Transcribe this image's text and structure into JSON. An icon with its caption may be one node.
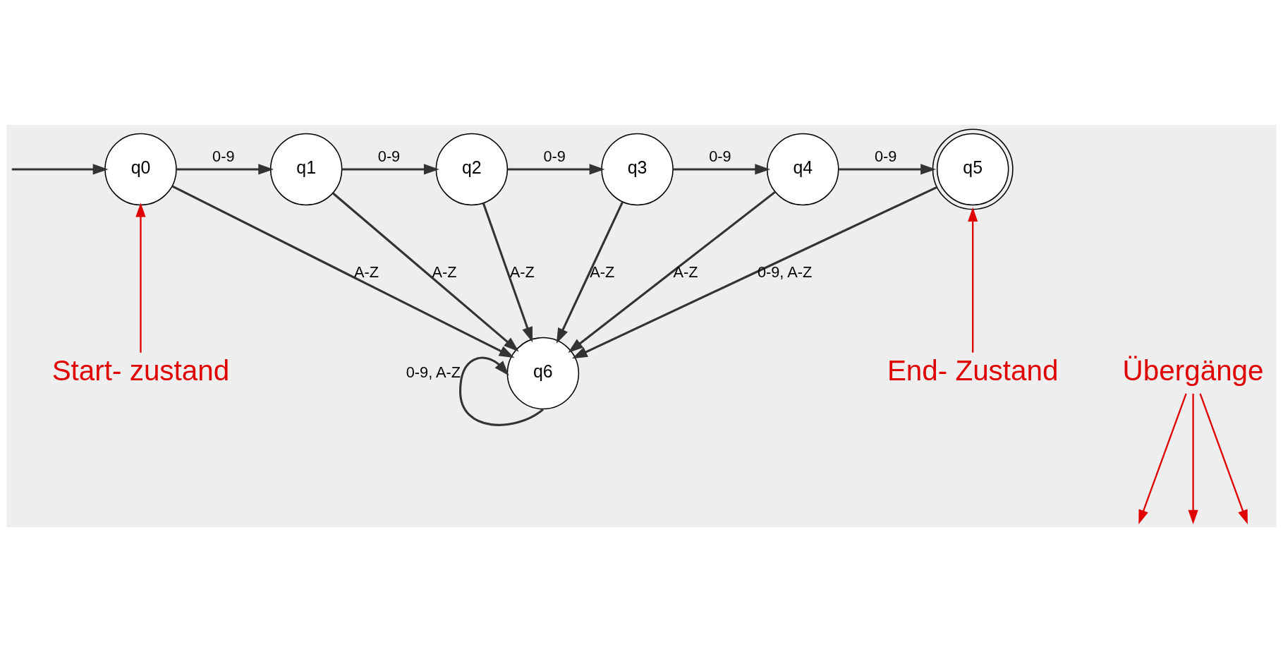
{
  "diagram": {
    "nodes": [
      {
        "text": [
          "q0"
        ]
      },
      {
        "text": [
          "q1"
        ]
      },
      {
        "text": [
          "q2"
        ]
      },
      {
        "text": [
          "q3"
        ]
      },
      {
        "text": [
          "q4"
        ]
      },
      {
        "text": [
          "q5"
        ]
      },
      {
        "text": [
          "q6"
        ]
      },
      {
        "text": [
          "Start- zustand"
        ]
      },
      {
        "text": [
          "End- Zustand"
        ]
      },
      {
        "text": [
          "Übergänge"
        ]
      }
    ],
    "edges": [
      {
        "from": null,
        "to": 0,
        "arrow": "to"
      },
      {
        "from": 0,
        "to": 1,
        "arrow": "to",
        "label": "0-9"
      },
      {
        "from": 1,
        "to": 2,
        "arrow": "to",
        "label": "0-9"
      },
      {
        "from": 2,
        "to": 3,
        "arrow": "to",
        "label": "0-9"
      },
      {
        "from": 3,
        "to": 4,
        "arrow": "to",
        "label": "0-9"
      },
      {
        "from": 4,
        "to": 5,
        "arrow": "to",
        "label": "0-9"
      },
      {
        "from": 0,
        "to": 6,
        "arrow": "to",
        "label": "A-Z"
      },
      {
        "from": 1,
        "to": 6,
        "arrow": "to",
        "label": "A-Z"
      },
      {
        "from": 2,
        "to": 6,
        "arrow": "to",
        "label": "A-Z"
      },
      {
        "from": 3,
        "to": 6,
        "arrow": "to",
        "label": "A-Z"
      },
      {
        "from": 4,
        "to": 6,
        "arrow": "to",
        "label": "A-Z"
      },
      {
        "from": 5,
        "to": 6,
        "arrow": "to",
        "label": "0-9, A-Z"
      },
      {
        "from": 6,
        "to": 6,
        "arrow": "to",
        "label": "0-9, A-Z"
      },
      {
        "from": 7,
        "to": 0,
        "arrow": "to",
        "color": "#e00000"
      },
      {
        "from": 8,
        "to": 5,
        "arrow": "to",
        "color": "#e00000"
      },
      {
        "from": 9,
        "to": null,
        "arrow": "to",
        "color": "#e00000"
      },
      {
        "from": 9,
        "to": null,
        "arrow": "to",
        "color": "#e00000"
      },
      {
        "from": 9,
        "to": null,
        "arrow": "to",
        "color": "#e00000"
      }
    ]
  }
}
